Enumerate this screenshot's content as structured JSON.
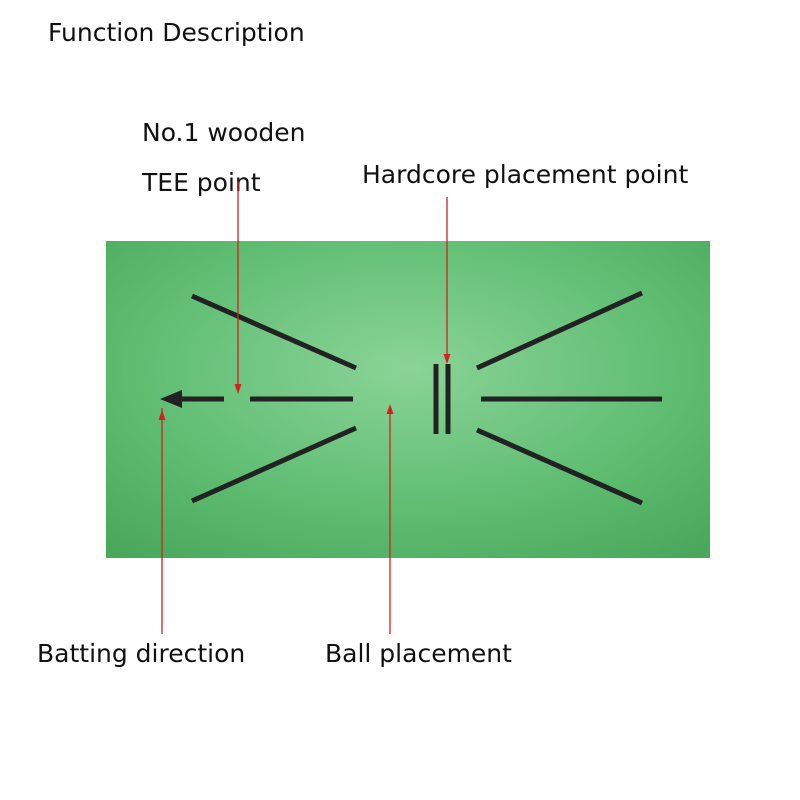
{
  "title": "Function Description",
  "labels": {
    "tee_line1": "No.1 wooden",
    "tee_line2": "TEE point",
    "hardcore": "Hardcore placement point",
    "batting": "Batting direction",
    "ball": "Ball placement"
  },
  "colors": {
    "mat": "#5fbd72",
    "mat_light": "#8ad497",
    "mat_dark": "#4aa85d",
    "mat_lines": "#222222",
    "pointer": "#d42020"
  }
}
